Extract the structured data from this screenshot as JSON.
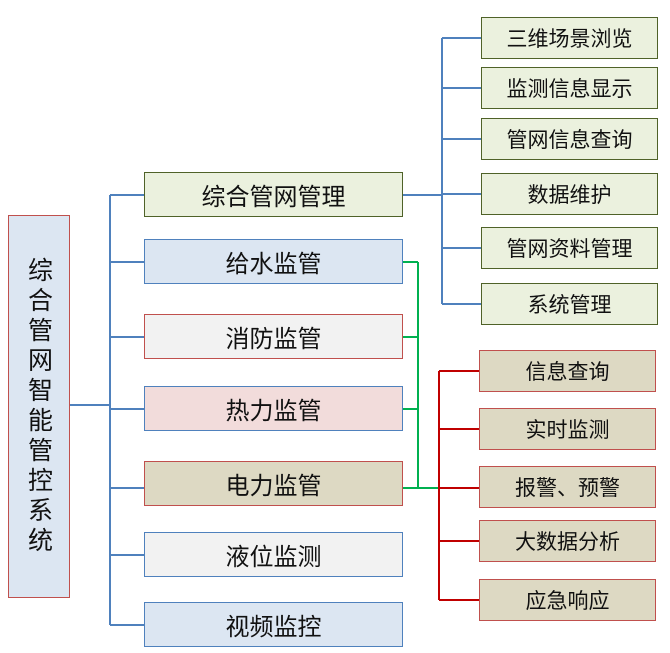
{
  "root": {
    "label": "综合管网智能管控系统"
  },
  "modules": [
    {
      "label": "综合管网管理"
    },
    {
      "label": "给水监管"
    },
    {
      "label": "消防监管"
    },
    {
      "label": "热力监管"
    },
    {
      "label": "电力监管"
    },
    {
      "label": "液位监测"
    },
    {
      "label": "视频监控"
    }
  ],
  "network_functions": [
    {
      "label": "三维场景浏览"
    },
    {
      "label": "监测信息显示"
    },
    {
      "label": "管网信息查询"
    },
    {
      "label": "数据维护"
    },
    {
      "label": "管网资料管理"
    },
    {
      "label": "系统管理"
    }
  ],
  "supervision_functions": [
    {
      "label": "信息查询"
    },
    {
      "label": "实时监测"
    },
    {
      "label": "报警、预警"
    },
    {
      "label": "大数据分析"
    },
    {
      "label": "应急响应"
    }
  ],
  "colors": {
    "blue_line": "#4f81bd",
    "green_line": "#00b050",
    "red_line": "#c00000"
  }
}
